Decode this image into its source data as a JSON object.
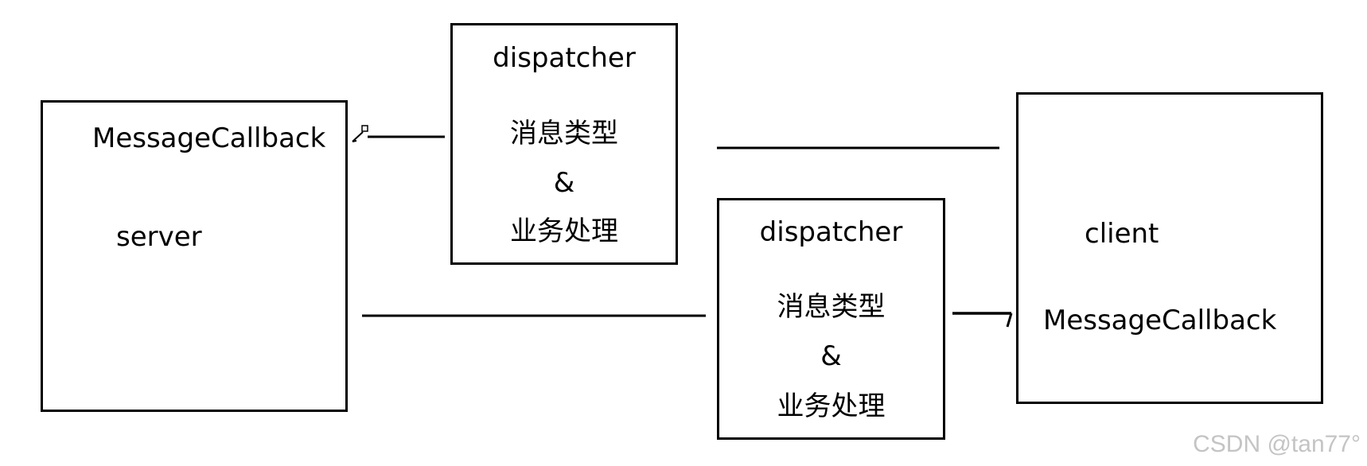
{
  "server_box": {
    "callback_label": "MessageCallback",
    "name_label": "server"
  },
  "dispatcher_top": {
    "title": "dispatcher",
    "line1": "消息类型",
    "line2": "&",
    "line3": "业务处理"
  },
  "dispatcher_bottom": {
    "title": "dispatcher",
    "line1": "消息类型",
    "line2": "&",
    "line3": "业务处理"
  },
  "client_box": {
    "name_label": "client",
    "callback_label": "MessageCallback"
  },
  "watermark": "CSDN @tan77°",
  "colors": {
    "stroke": "#000000",
    "watermark": "#c4c4c4"
  }
}
